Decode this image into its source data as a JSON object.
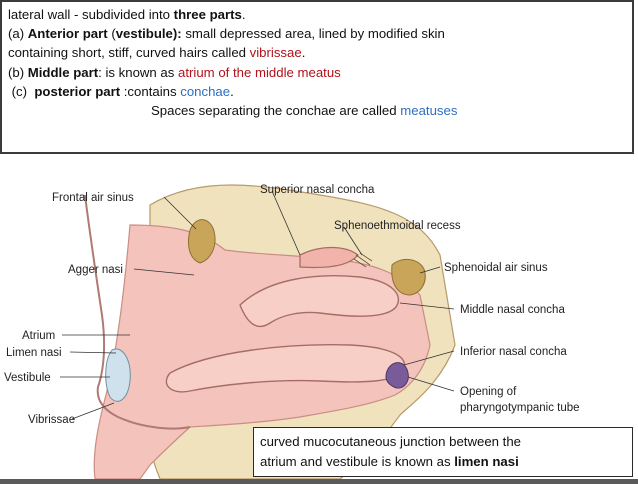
{
  "text_block": {
    "line1_a": "lateral wall - subdivided into ",
    "line1_b": "three parts",
    "line1_c": ".",
    "line2_a": "(a) ",
    "line2_b": "Anterior part",
    "line2_c": " (",
    "line2_d": "vestibule):",
    "line2_e": " small depressed area, lined by modified skin",
    "line3_a": "containing short, stiff, curved hairs called ",
    "line3_b": "vibrissae",
    "line3_c": ".",
    "line4_a": "(b) ",
    "line4_b": "Middle part",
    "line4_c": ": is known as ",
    "line4_d": "atrium of the middle meatus",
    "line5_a": " (c)  ",
    "line5_b": "posterior part",
    "line5_c": " :contains ",
    "line5_d": "conchae",
    "line5_e": ".",
    "line6_a": "Spaces separating the conchae are called ",
    "line6_b": "meatuses"
  },
  "diagram_labels": {
    "frontal_air_sinus": "Frontal air sinus",
    "superior_nasal_concha": "Superior nasal concha",
    "sphenoethmoidal_recess": "Sphenoethmoidal recess",
    "agger_nasi": "Agger nasi",
    "sphenoidal_air_sinus": "Sphenoidal air sinus",
    "middle_nasal_concha": "Middle nasal concha",
    "atrium": "Atrium",
    "limen_nasi": "Limen nasi",
    "inferior_nasal_concha": "Inferior nasal concha",
    "vestibule": "Vestibule",
    "opening_line1": "Opening of",
    "opening_line2": "pharyngotympanic tube",
    "vibrissae": "Vibrissae"
  },
  "callout": {
    "line1": "curved mucocutaneous junction between the",
    "line2_a": "atrium and vestibule is known as ",
    "line2_b": "limen nasi"
  },
  "colors": {
    "red_text": "#b0121b",
    "blue_text": "#2d6fc4",
    "mucosa_pink": "#f4c3bb",
    "bone_beige": "#efe2bd",
    "sinus_tan": "#c9a55a"
  }
}
